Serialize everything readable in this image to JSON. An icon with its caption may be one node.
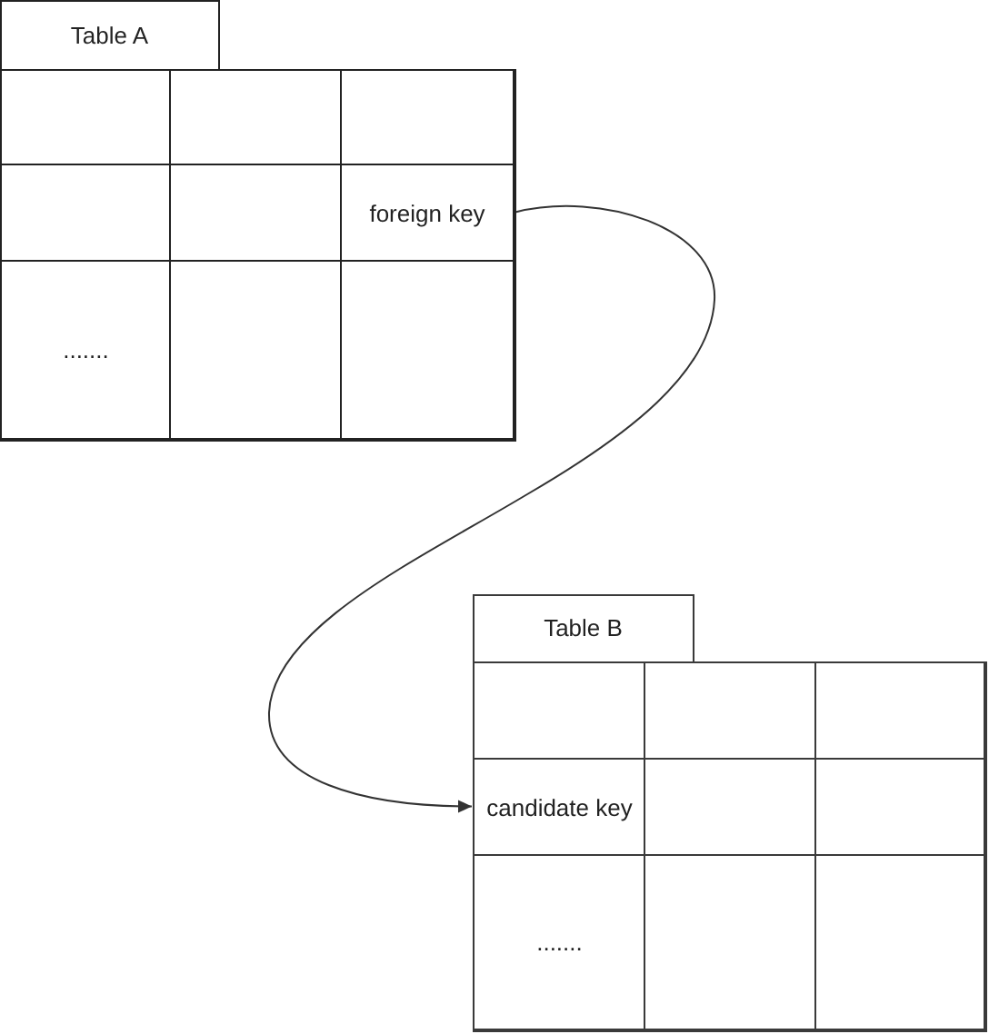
{
  "diagram": {
    "nodes": [
      {
        "text": [
          "Table A"
        ]
      },
      {
        "text": [],
        "shape": "box",
        "in": 0
      },
      {
        "text": [],
        "shape": "box",
        "in": 0
      },
      {
        "text": [],
        "shape": "box",
        "in": 0
      },
      {
        "text": [],
        "shape": "box",
        "in": 0
      },
      {
        "text": [],
        "shape": "box",
        "in": 0
      },
      {
        "text": [
          "foreign key"
        ],
        "in": 0
      },
      {
        "text": [
          "......."
        ],
        "in": 0
      },
      {
        "text": [],
        "shape": "box",
        "in": 0
      },
      {
        "text": [],
        "shape": "box",
        "in": 0
      },
      {
        "text": [
          "Table B"
        ]
      },
      {
        "text": [],
        "shape": "box",
        "in": 10
      },
      {
        "text": [],
        "shape": "box",
        "in": 10
      },
      {
        "text": [],
        "shape": "box",
        "in": 10
      },
      {
        "text": [
          "candidate key"
        ],
        "in": 10
      },
      {
        "text": [],
        "shape": "box",
        "in": 10
      },
      {
        "text": [],
        "shape": "box",
        "in": 10
      },
      {
        "text": [
          "......."
        ],
        "in": 10
      },
      {
        "text": [],
        "shape": "box",
        "in": 10
      },
      {
        "text": [],
        "shape": "box",
        "in": 10
      }
    ],
    "edges": [
      {
        "from": 6,
        "to": 14,
        "arrow": "to"
      }
    ]
  }
}
